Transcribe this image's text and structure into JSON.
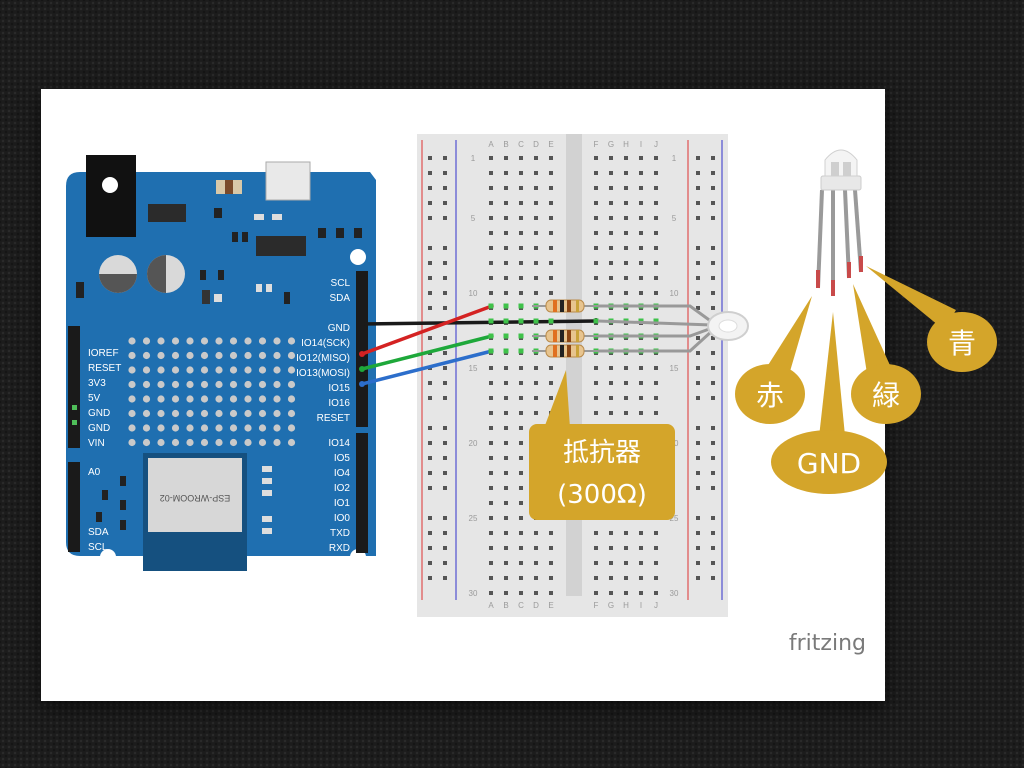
{
  "board": {
    "module_label": "ESP-WROOM-02",
    "pins_right": [
      "SCL",
      "SDA",
      "GND",
      "IO14(SCK)",
      "IO12(MISO)",
      "IO13(MOSI)",
      "IO15",
      "IO16",
      "RESET",
      "IO14",
      "IO5",
      "IO4",
      "IO2",
      "IO1",
      "IO0",
      "TXD",
      "RXD"
    ],
    "pins_left": [
      "IOREF",
      "RESET",
      "3V3",
      "5V",
      "GND",
      "GND",
      "VIN",
      "A0",
      "SDA",
      "SCL"
    ]
  },
  "breadboard": {
    "columns_left": [
      "A",
      "B",
      "C",
      "D",
      "E"
    ],
    "columns_right": [
      "F",
      "G",
      "H",
      "I",
      "J"
    ],
    "row_numbers": [
      "1",
      "5",
      "10",
      "15",
      "20",
      "25",
      "30"
    ]
  },
  "callouts": {
    "resistor": [
      "抵抗器",
      "(300Ω)"
    ],
    "red": "赤",
    "gnd": "GND",
    "green": "緑",
    "blue": "青"
  },
  "logo": "fritzing",
  "colors": {
    "board": "#1f6fb0",
    "callout": "#d4a52a",
    "wire_black": "#1a1a1a",
    "wire_red": "#d42222",
    "wire_green": "#1ea83a",
    "wire_blue": "#2c6ecb"
  }
}
